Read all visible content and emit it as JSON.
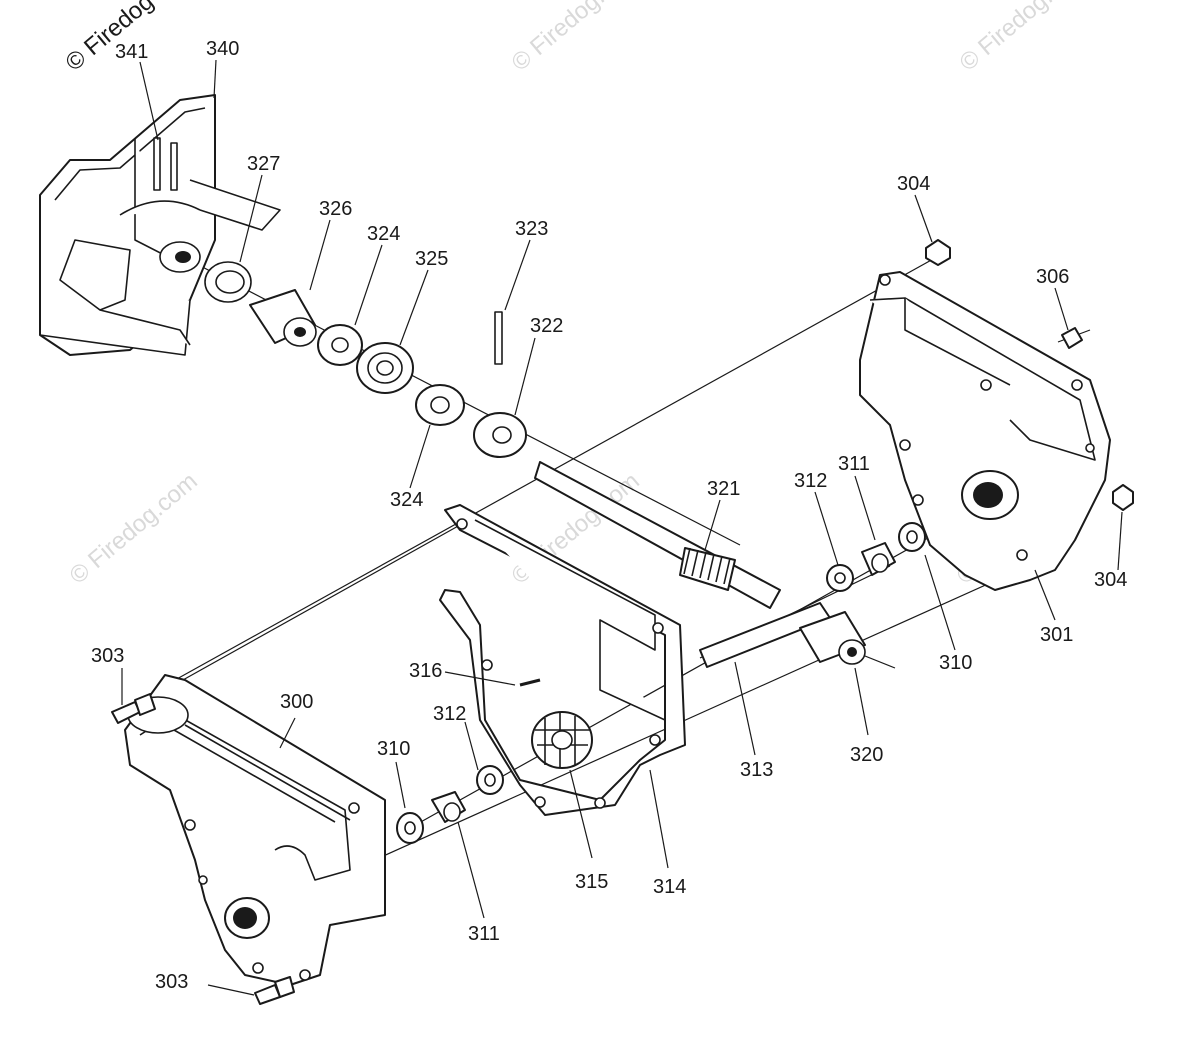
{
  "copyright": "© Firedog",
  "watermark": "© Firedog.com",
  "part_labels": [
    {
      "id": "341",
      "text": "341"
    },
    {
      "id": "340",
      "text": "340"
    },
    {
      "id": "327",
      "text": "327"
    },
    {
      "id": "326",
      "text": "326"
    },
    {
      "id": "324a",
      "text": "324"
    },
    {
      "id": "325",
      "text": "325"
    },
    {
      "id": "323",
      "text": "323"
    },
    {
      "id": "322",
      "text": "322"
    },
    {
      "id": "324b",
      "text": "324"
    },
    {
      "id": "304a",
      "text": "304"
    },
    {
      "id": "306",
      "text": "306"
    },
    {
      "id": "321",
      "text": "321"
    },
    {
      "id": "312a",
      "text": "312"
    },
    {
      "id": "311a",
      "text": "311"
    },
    {
      "id": "304b",
      "text": "304"
    },
    {
      "id": "301",
      "text": "301"
    },
    {
      "id": "310a",
      "text": "310"
    },
    {
      "id": "303a",
      "text": "303"
    },
    {
      "id": "300",
      "text": "300"
    },
    {
      "id": "316",
      "text": "316"
    },
    {
      "id": "312b",
      "text": "312"
    },
    {
      "id": "310b",
      "text": "310"
    },
    {
      "id": "313",
      "text": "313"
    },
    {
      "id": "320",
      "text": "320"
    },
    {
      "id": "315",
      "text": "315"
    },
    {
      "id": "314",
      "text": "314"
    },
    {
      "id": "311b",
      "text": "311"
    },
    {
      "id": "303b",
      "text": "303"
    }
  ]
}
